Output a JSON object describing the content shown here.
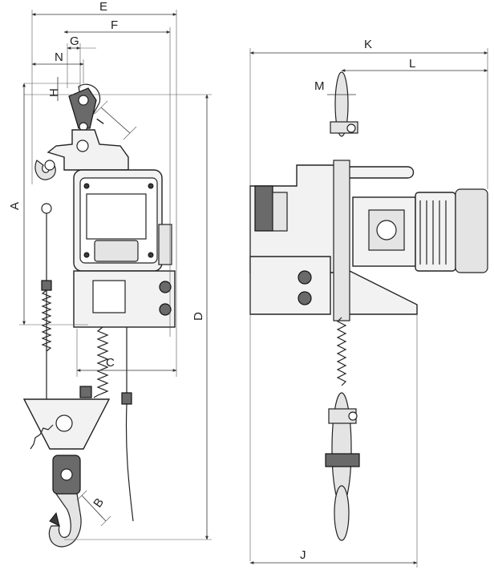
{
  "dimension_labels": {
    "A": "A",
    "B": "B",
    "C": "C",
    "D": "D",
    "E": "E",
    "F": "F",
    "G": "G",
    "H": "H",
    "I": "I",
    "J": "J",
    "K": "K",
    "L": "L",
    "M": "M",
    "N": "N"
  }
}
